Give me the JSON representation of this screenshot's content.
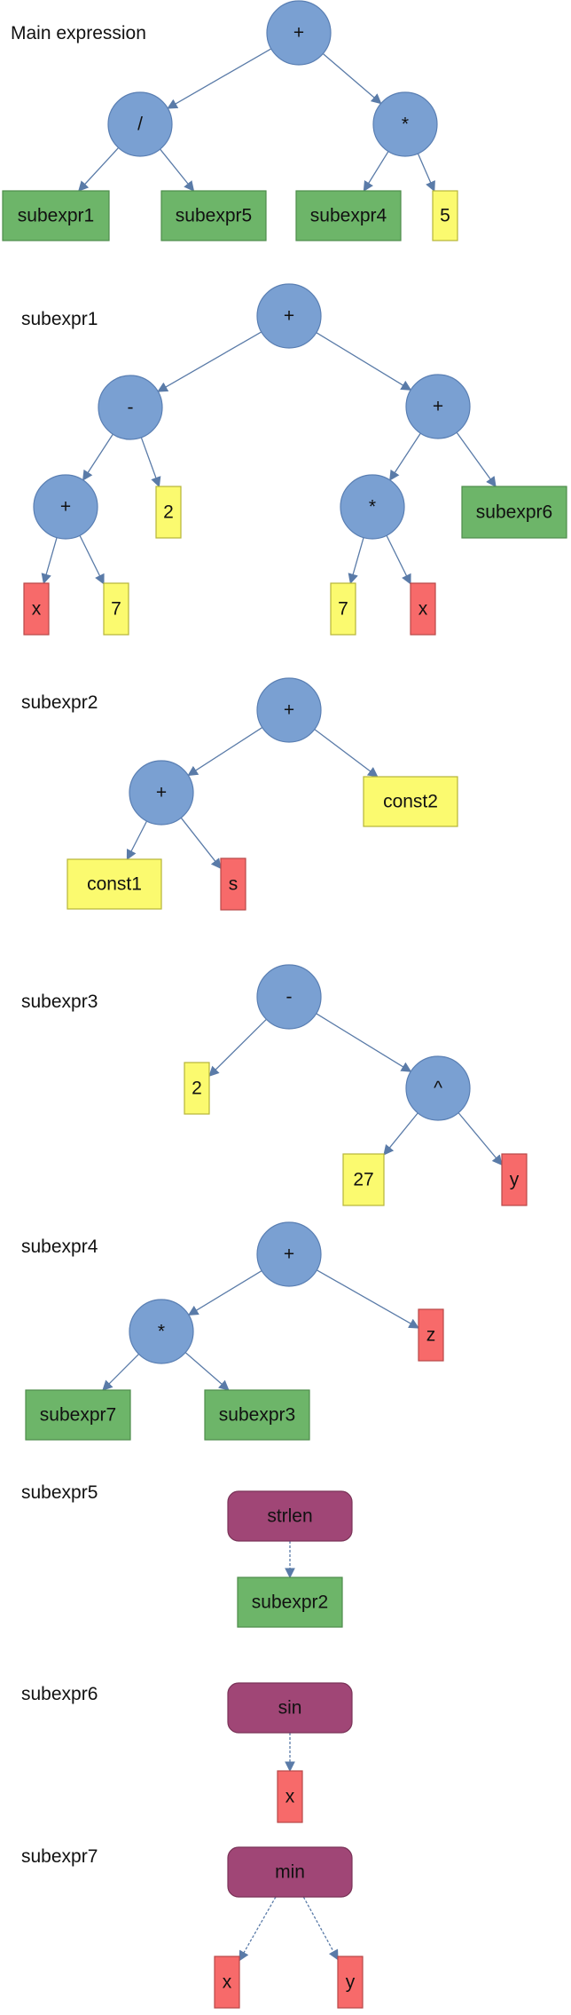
{
  "colors": {
    "operator": "#7aa0d2",
    "operator_border": "#5a7fb3",
    "subexpression": "#6db569",
    "subexpression_border": "#4e8d4b",
    "constant": "#fbfa6f",
    "constant_border": "#b6b53a",
    "variable": "#f76a6a",
    "variable_border": "#b84848",
    "function": "#a04676",
    "function_border": "#7a3358",
    "edge": "#5a7ba8"
  },
  "trees": [
    {
      "label": "Main expression",
      "nodes": [
        {
          "id": "n0",
          "kind": "operator",
          "text": "+"
        },
        {
          "id": "n1",
          "kind": "operator",
          "text": "/"
        },
        {
          "id": "n2",
          "kind": "operator",
          "text": "*"
        },
        {
          "id": "n3",
          "kind": "subexpression",
          "text": "subexpr1"
        },
        {
          "id": "n4",
          "kind": "subexpression",
          "text": "subexpr5"
        },
        {
          "id": "n5",
          "kind": "subexpression",
          "text": "subexpr4"
        },
        {
          "id": "n6",
          "kind": "constant",
          "text": "5"
        }
      ],
      "edges": [
        [
          "n0",
          "n1"
        ],
        [
          "n0",
          "n2"
        ],
        [
          "n1",
          "n3"
        ],
        [
          "n1",
          "n4"
        ],
        [
          "n2",
          "n5"
        ],
        [
          "n2",
          "n6"
        ]
      ]
    },
    {
      "label": "subexpr1",
      "nodes": [
        {
          "id": "n0",
          "kind": "operator",
          "text": "+"
        },
        {
          "id": "n1",
          "kind": "operator",
          "text": "-"
        },
        {
          "id": "n2",
          "kind": "operator",
          "text": "+"
        },
        {
          "id": "n3",
          "kind": "operator",
          "text": "+"
        },
        {
          "id": "n4",
          "kind": "constant",
          "text": "2"
        },
        {
          "id": "n5",
          "kind": "operator",
          "text": "*"
        },
        {
          "id": "n6",
          "kind": "subexpression",
          "text": "subexpr6"
        },
        {
          "id": "n7",
          "kind": "variable",
          "text": "x"
        },
        {
          "id": "n8",
          "kind": "constant",
          "text": "7"
        },
        {
          "id": "n9",
          "kind": "constant",
          "text": "7"
        },
        {
          "id": "n10",
          "kind": "variable",
          "text": "x"
        }
      ],
      "edges": [
        [
          "n0",
          "n1"
        ],
        [
          "n0",
          "n2"
        ],
        [
          "n1",
          "n3"
        ],
        [
          "n1",
          "n4"
        ],
        [
          "n2",
          "n5"
        ],
        [
          "n2",
          "n6"
        ],
        [
          "n3",
          "n7"
        ],
        [
          "n3",
          "n8"
        ],
        [
          "n5",
          "n9"
        ],
        [
          "n5",
          "n10"
        ]
      ]
    },
    {
      "label": "subexpr2",
      "nodes": [
        {
          "id": "n0",
          "kind": "operator",
          "text": "+"
        },
        {
          "id": "n1",
          "kind": "operator",
          "text": "+"
        },
        {
          "id": "n2",
          "kind": "constant",
          "text": "const2"
        },
        {
          "id": "n3",
          "kind": "constant",
          "text": "const1"
        },
        {
          "id": "n4",
          "kind": "variable",
          "text": "s"
        }
      ],
      "edges": [
        [
          "n0",
          "n1"
        ],
        [
          "n0",
          "n2"
        ],
        [
          "n1",
          "n3"
        ],
        [
          "n1",
          "n4"
        ]
      ]
    },
    {
      "label": "subexpr3",
      "nodes": [
        {
          "id": "n0",
          "kind": "operator",
          "text": "-"
        },
        {
          "id": "n1",
          "kind": "constant",
          "text": "2"
        },
        {
          "id": "n2",
          "kind": "operator",
          "text": "^"
        },
        {
          "id": "n3",
          "kind": "constant",
          "text": "27"
        },
        {
          "id": "n4",
          "kind": "variable",
          "text": "y"
        }
      ],
      "edges": [
        [
          "n0",
          "n1"
        ],
        [
          "n0",
          "n2"
        ],
        [
          "n2",
          "n3"
        ],
        [
          "n2",
          "n4"
        ]
      ]
    },
    {
      "label": "subexpr4",
      "nodes": [
        {
          "id": "n0",
          "kind": "operator",
          "text": "+"
        },
        {
          "id": "n1",
          "kind": "operator",
          "text": "*"
        },
        {
          "id": "n2",
          "kind": "variable",
          "text": "z"
        },
        {
          "id": "n3",
          "kind": "subexpression",
          "text": "subexpr7"
        },
        {
          "id": "n4",
          "kind": "subexpression",
          "text": "subexpr3"
        }
      ],
      "edges": [
        [
          "n0",
          "n1"
        ],
        [
          "n0",
          "n2"
        ],
        [
          "n1",
          "n3"
        ],
        [
          "n1",
          "n4"
        ]
      ]
    },
    {
      "label": "subexpr5",
      "nodes": [
        {
          "id": "n0",
          "kind": "function",
          "text": "strlen"
        },
        {
          "id": "n1",
          "kind": "subexpression",
          "text": "subexpr2"
        }
      ],
      "edges": [
        [
          "n0",
          "n1"
        ]
      ]
    },
    {
      "label": "subexpr6",
      "nodes": [
        {
          "id": "n0",
          "kind": "function",
          "text": "sin"
        },
        {
          "id": "n1",
          "kind": "variable",
          "text": "x"
        }
      ],
      "edges": [
        [
          "n0",
          "n1"
        ]
      ]
    },
    {
      "label": "subexpr7",
      "nodes": [
        {
          "id": "n0",
          "kind": "function",
          "text": "min"
        },
        {
          "id": "n1",
          "kind": "variable",
          "text": "x"
        },
        {
          "id": "n2",
          "kind": "variable",
          "text": "y"
        }
      ],
      "edges": [
        [
          "n0",
          "n1"
        ],
        [
          "n0",
          "n2"
        ]
      ]
    }
  ]
}
